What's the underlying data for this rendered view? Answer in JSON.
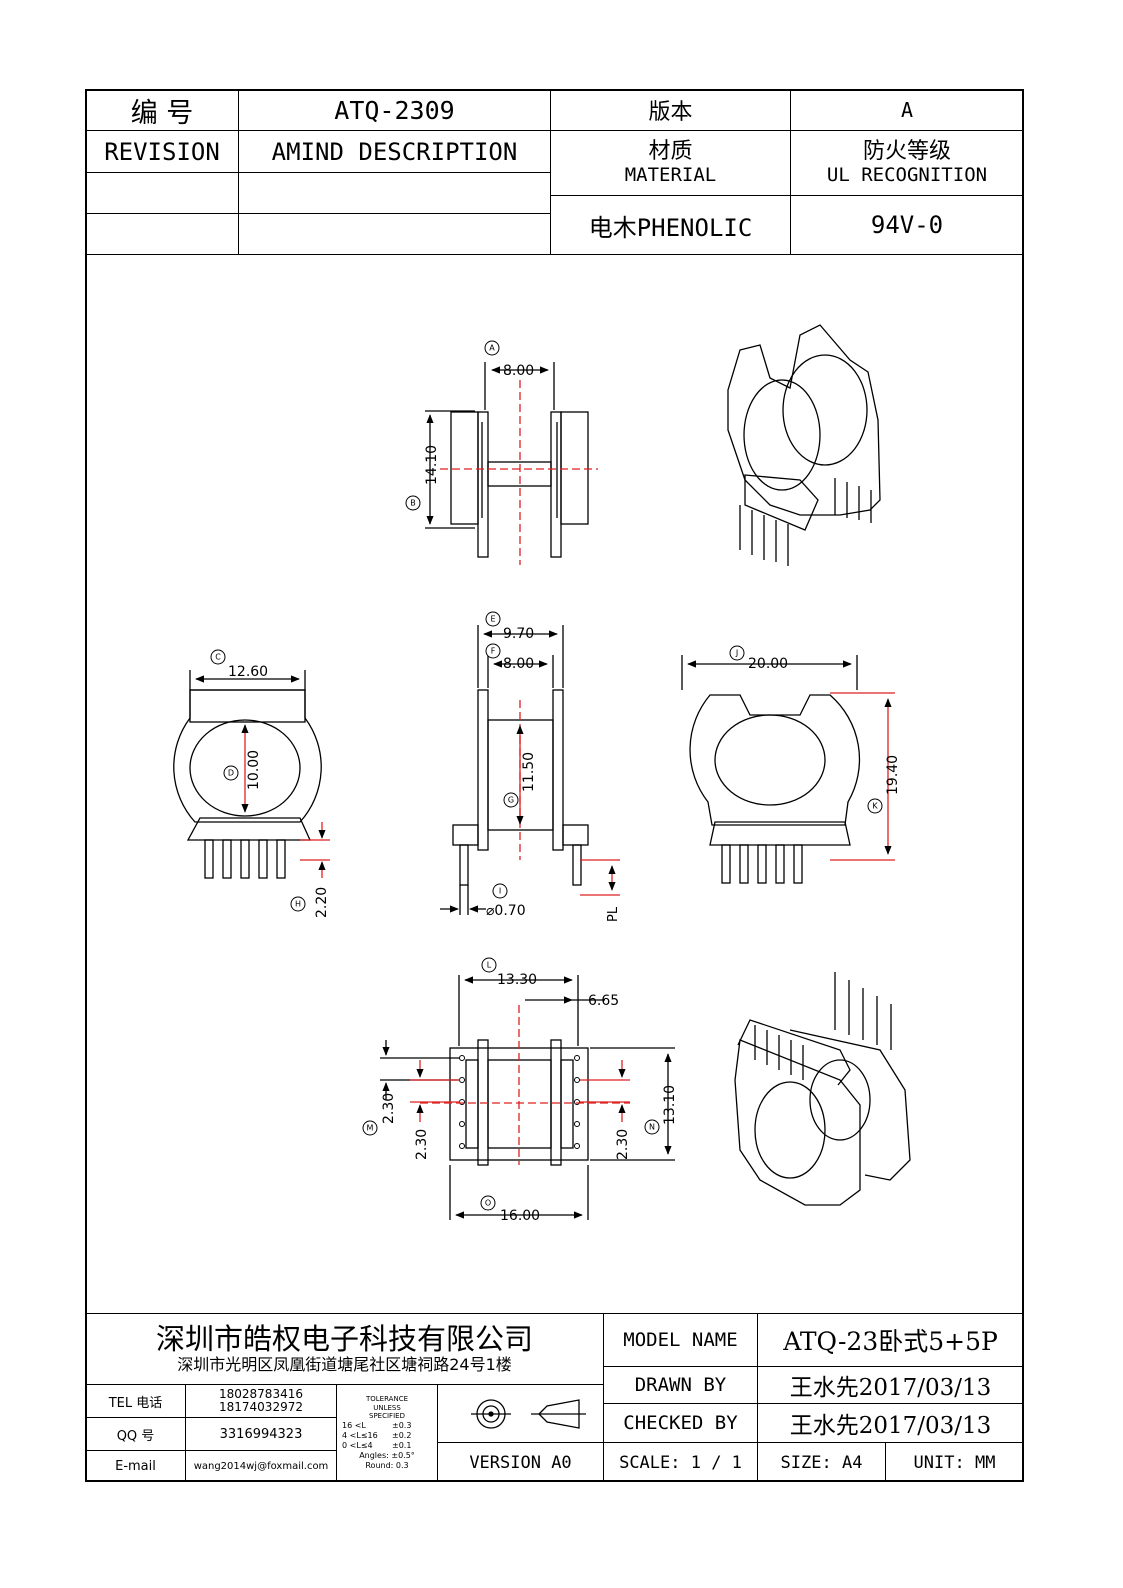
{
  "title_block": {
    "number_label": "编    号",
    "number_value": "ATQ-2309",
    "version_label": "版本",
    "version_value": "A",
    "revision_label": "REVISION",
    "amend_label": "AMIND DESCRIPTION",
    "material_label_cn": "材质",
    "material_label_en": "MATERIAL",
    "ul_label_cn": "防火等级",
    "ul_label_en": "UL RECOGNITION",
    "material_value": "电木PHENOLIC",
    "ul_value": "94V-0"
  },
  "dimensions": {
    "a": "8.00",
    "b": "14.10",
    "c": "12.60",
    "d": "10.00",
    "h": "2.20",
    "e": "9.70",
    "f": "8.00",
    "g": "11.50",
    "pin": "⌀0.70",
    "pl": "PL",
    "j": "20.00",
    "k": "19.40",
    "l": "13.30",
    "half": "6.65",
    "m": "2.30",
    "p1": "2.30",
    "p2": "2.30",
    "n": "13.10",
    "o": "16.00"
  },
  "markers": {
    "a": "A",
    "b": "B",
    "c": "C",
    "d": "D",
    "e": "E",
    "f": "F",
    "g": "G",
    "h": "H",
    "i": "I",
    "j": "J",
    "k": "K",
    "l": "L",
    "m": "M",
    "n": "N",
    "o": "O"
  },
  "footer": {
    "company": "深圳市皓权电子科技有限公司",
    "address": "深圳市光明区凤凰街道塘尾社区塘祠路24号1楼",
    "tel_label": "TEL 电话",
    "tel_1": "18028783416",
    "tel_2": "18174032972",
    "qq_label": "QQ  号",
    "qq_value": "3316994323",
    "email_label": "E-mail",
    "email_value": "wang2014wj@foxmail.com",
    "tolerance": [
      "TOLERANCE",
      "UNLESS",
      "SPECIFIED"
    ],
    "tol_rows": [
      [
        "16 <L",
        "±0.3"
      ],
      [
        "4 <L≤16",
        "±0.2"
      ],
      [
        "0 <L≤4",
        "±0.1"
      ]
    ],
    "angles": "Angles: ±0.5°",
    "round": "Round: 0.3",
    "version_label": "VERSION A0",
    "model_label": "MODEL NAME",
    "model_value": "ATQ-23卧式5+5P",
    "drawn_label": "DRAWN BY",
    "drawn_value": "王水先2017/03/13",
    "checked_label": "CHECKED BY",
    "checked_value": "王水先2017/03/13",
    "scale_label": "SCALE: 1 / 1",
    "size_label": "SIZE: A4",
    "unit_label": "UNIT: MM"
  }
}
